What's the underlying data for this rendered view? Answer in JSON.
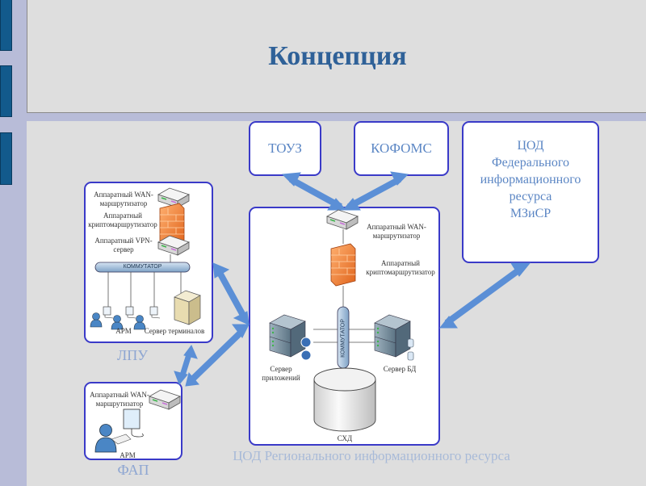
{
  "slide": {
    "title": "Концепция",
    "accent_color": "#2f6198",
    "arrow_color": "#5b8fd6"
  },
  "nodes": {
    "touz": {
      "label": "ТОУЗ"
    },
    "kofoms": {
      "label": "КОФОМС"
    },
    "federal": {
      "lines": [
        "ЦОД",
        "Федерального",
        "информационного",
        "ресурса",
        "МЗиСР"
      ]
    },
    "lpu": {
      "caption": "ЛПУ",
      "wan_router": [
        "Аппаратный WAN-",
        "маршрутизатор"
      ],
      "crypto_router": [
        "Аппаратный",
        "криптомаршрутизатор"
      ],
      "vpn_server": [
        "Аппаратный VPN-",
        "сервер"
      ],
      "switch": "КОММУТАТОР",
      "arm": "АРМ",
      "terminal_server": "Сервер терминалов"
    },
    "fap": {
      "caption": "ФАП",
      "wan_router": [
        "Аппаратный WAN-",
        "маршрутизатор"
      ],
      "arm": "АРМ"
    },
    "regional": {
      "caption": "ЦОД Регионального информационного ресурса",
      "wan_router": [
        "Аппаратный WAN-",
        "маршрутизатор"
      ],
      "crypto_router": [
        "Аппаратный",
        "криптомаршрутизатор"
      ],
      "switch": "КОММУТАТОР",
      "app_server": [
        "Сервер",
        "приложений"
      ],
      "db_server": "Сервер БД",
      "storage": "СХД"
    }
  }
}
